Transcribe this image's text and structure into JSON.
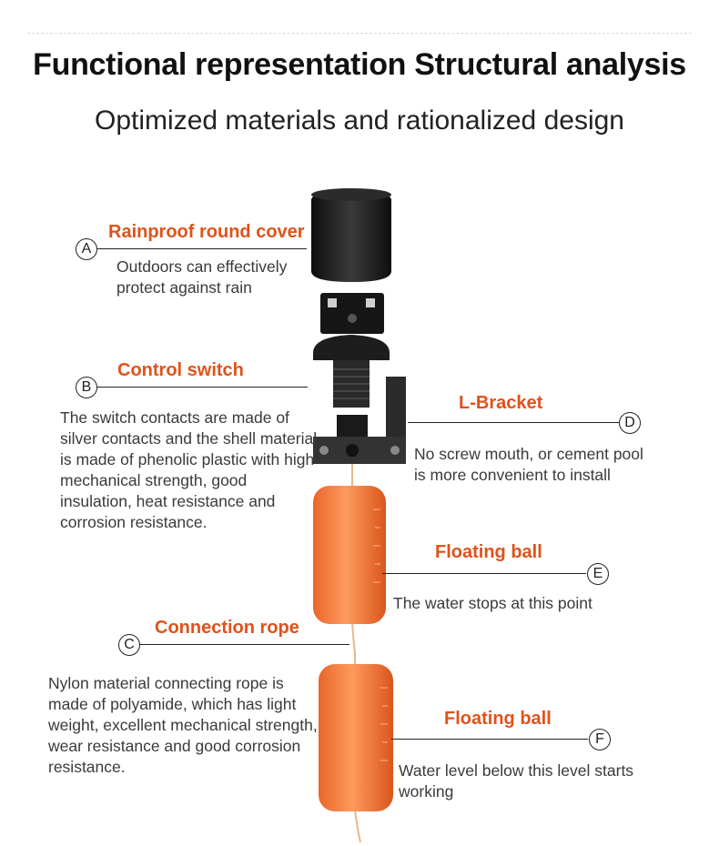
{
  "header": {
    "title": "Functional representation Structural analysis",
    "subtitle": "Optimized materials and rationalized design"
  },
  "callouts": [
    {
      "letter": "A",
      "label": "Rainproof round cover",
      "description": "Outdoors can effectively protect against rain"
    },
    {
      "letter": "B",
      "label": "Control switch",
      "description": "The switch contacts are made of silver contacts and the shell material is made of phenolic plastic with high mechanical strength, good insulation, heat resistance and corrosion resistance."
    },
    {
      "letter": "C",
      "label": "Connection rope",
      "description": "Nylon material connecting rope is made of polyamide, which has light weight, excellent mechanical strength, wear resistance and good corrosion resistance."
    },
    {
      "letter": "D",
      "label": "L-Bracket",
      "description": "No screw mouth, or cement pool is more convenient to install"
    },
    {
      "letter": "E",
      "label": "Floating ball",
      "description": "The water stops at this point"
    },
    {
      "letter": "F",
      "label": "Floating ball",
      "description": "Water level below this level starts working"
    }
  ],
  "colors": {
    "label": "#e0521a",
    "float": "#f07a3c",
    "cover": "#1c1c1c"
  }
}
